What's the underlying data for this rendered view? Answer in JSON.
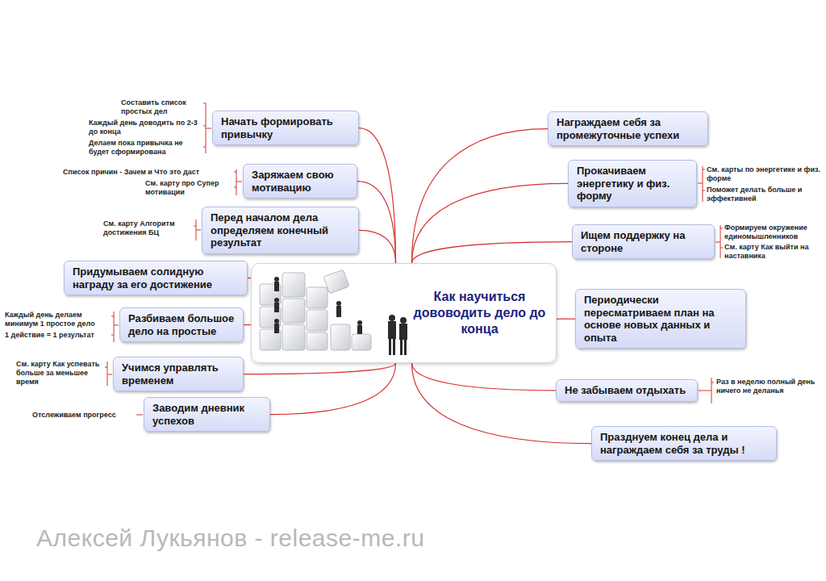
{
  "diagram": {
    "nodes": [
      {
        "text": [
          "Как научиться дововодить дело до конца"
        ]
      },
      {
        "text": [
          "Начать формировать привычку"
        ]
      },
      {
        "text": [
          "Заряжаем свою мотивацию"
        ]
      },
      {
        "text": [
          "Перед началом дела определяем конечный результат"
        ]
      },
      {
        "text": [
          "Придумываем солидную награду за его достижение"
        ]
      },
      {
        "text": [
          "Разбиваем большое дело на простые"
        ]
      },
      {
        "text": [
          "Учимся управлять временем"
        ]
      },
      {
        "text": [
          "Заводим дневник успехов"
        ]
      },
      {
        "text": [
          "Награждаем себя за промежуточные успехи"
        ]
      },
      {
        "text": [
          "Прокачиваем энергетику и физ. форму"
        ]
      },
      {
        "text": [
          "Ищем поддержку на стороне"
        ]
      },
      {
        "text": [
          "Периодически пересматриваем план на основе новых данных и опыта"
        ]
      },
      {
        "text": [
          "Не забываем отдыхать"
        ]
      },
      {
        "text": [
          "Празднуем конец дела и награждаем себя за труды !"
        ]
      }
    ],
    "edges": [
      {
        "from": 0,
        "to": 1,
        "arrow": "none"
      },
      {
        "from": 0,
        "to": 2,
        "arrow": "none"
      },
      {
        "from": 0,
        "to": 3,
        "arrow": "none"
      },
      {
        "from": 0,
        "to": 4,
        "arrow": "none"
      },
      {
        "from": 0,
        "to": 5,
        "arrow": "none"
      },
      {
        "from": 0,
        "to": 6,
        "arrow": "none"
      },
      {
        "from": 0,
        "to": 7,
        "arrow": "none"
      },
      {
        "from": 0,
        "to": 8,
        "arrow": "none"
      },
      {
        "from": 0,
        "to": 9,
        "arrow": "none"
      },
      {
        "from": 0,
        "to": 10,
        "arrow": "none"
      },
      {
        "from": 0,
        "to": 11,
        "arrow": "none"
      },
      {
        "from": 0,
        "to": 12,
        "arrow": "none"
      },
      {
        "from": 0,
        "to": 13,
        "arrow": "none"
      }
    ],
    "labels": [
      "Составить список простых дел",
      "Каждый день доводить по 2-3 до конца",
      "Делаем пока привычка не будет сформирована",
      "Список причин - Зачем и Что это даст",
      "См. карту про Супер мотивации",
      "См. карту Алгоритм достижения БЦ",
      "Каждый день делаем минимум 1 простое дело",
      "1 действие = 1 результат",
      "См. карту Как успевать больше за меньшее время",
      "Отслеживаем прогресс",
      "См. карты по энергетике и физ. форме",
      "Поможет делать больше и эффективней",
      "Формируем окружение единомышленников",
      "См. карту Как выйти на наставника",
      "Раз в неделю полный день ничего не деланья",
      "Алексей Лукьянов - release-me.ru"
    ]
  }
}
